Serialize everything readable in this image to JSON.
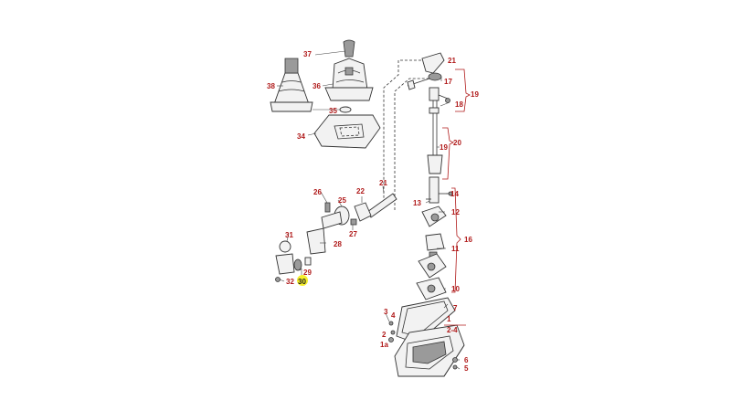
{
  "diagram": {
    "highlight_color": "#f5ee2a",
    "label_color": "#b01a1a",
    "callouts": {
      "c37": "37",
      "c36": "36",
      "c38": "38",
      "c35": "35",
      "c34": "34",
      "c21a": "21",
      "c17": "17",
      "c18": "18",
      "c19a": "19",
      "c20": "20",
      "c19b": "19",
      "c26": "26",
      "c25": "25",
      "c22": "22",
      "c21b": "21",
      "c27": "27",
      "c28": "28",
      "c31": "31",
      "c29": "29",
      "c32": "32",
      "c30": "30",
      "c14": "14",
      "c13": "13",
      "c12": "12",
      "c16": "16",
      "c11": "11",
      "c10": "10",
      "c7": "7",
      "c3": "3",
      "c4a": "4",
      "c1": "1",
      "c24": "2-4",
      "c2": "2",
      "c1a": "1a",
      "c6": "6",
      "c5": "5"
    }
  }
}
